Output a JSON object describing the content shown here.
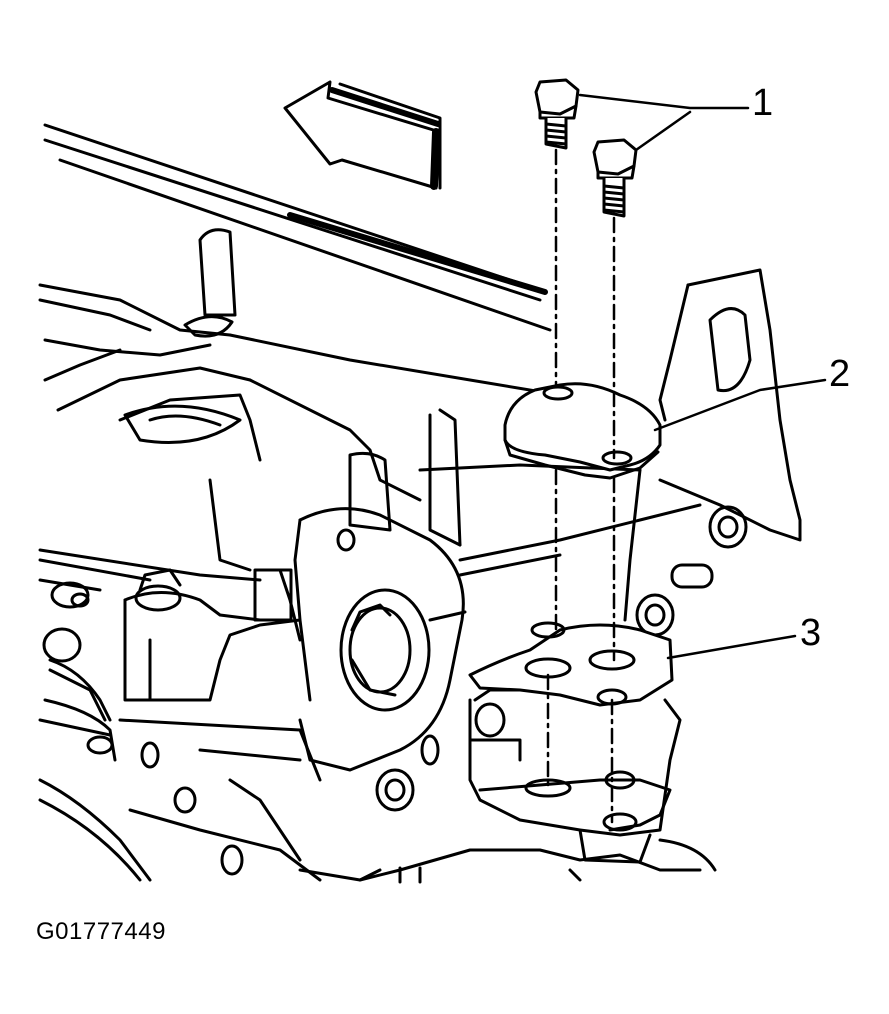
{
  "figure_id": "G01777449",
  "callouts": [
    {
      "label": "1",
      "part": "bolt"
    },
    {
      "label": "2",
      "part": "cover-plate"
    },
    {
      "label": "3",
      "part": "gasket"
    }
  ],
  "colors": {
    "line": "#000000",
    "background": "#ffffff"
  }
}
